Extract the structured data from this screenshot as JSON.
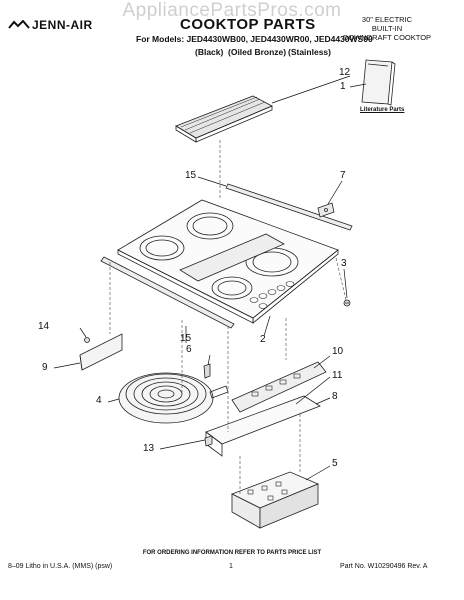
{
  "watermark": "AppliancePartsPros.com",
  "header": {
    "brand": "JENN-AIR",
    "title": "COOKTOP PARTS",
    "models": "For Models: JED4430WB00, JED4430WR00, JED4430WS00",
    "finishes": [
      "(Black)",
      "(Oiled Bronze)",
      "(Stainless)"
    ],
    "description": [
      "30\" ELECTRIC",
      "BUILT-IN",
      "DOWNDRAFT COOKTOP"
    ]
  },
  "literature_label": "Literature Parts",
  "callouts": {
    "c12": "12",
    "c1": "1",
    "c15a": "15",
    "c7": "7",
    "c3": "3",
    "c14": "14",
    "c15b": "15",
    "c2": "2",
    "c6": "6",
    "c9": "9",
    "c10": "10",
    "c11": "11",
    "c4": "4",
    "c8": "8",
    "c13": "13",
    "c5": "5"
  },
  "footer": {
    "note": "FOR ORDERING INFORMATION REFER TO PARTS PRICE LIST",
    "litho": "8–09 Litho in U.S.A. (MMS) (psw)",
    "page": "1",
    "part_no": "Part No. W10290496 Rev. A"
  }
}
